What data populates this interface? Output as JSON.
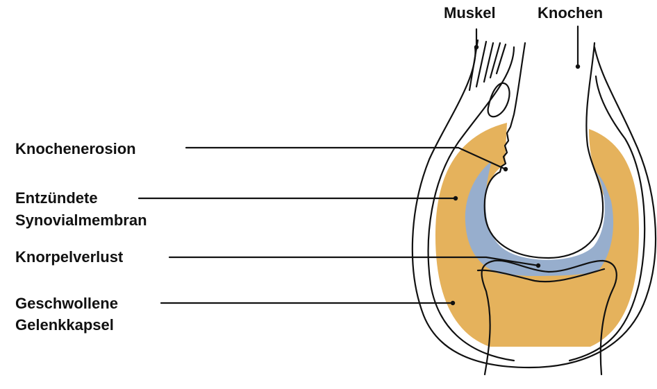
{
  "labels": {
    "muscle": "Muskel",
    "bone": "Knochen",
    "bone_erosion": "Knochenerosion",
    "synovial_line1": "Entzündete",
    "synovial_line2": "Synovialmembran",
    "cartilage_loss": "Knorpelverlust",
    "capsule_line1": "Geschwollene",
    "capsule_line2": "Gelenkkapsel"
  },
  "colors": {
    "swollen_capsule": "#E5B25C",
    "synovial_membrane": "#97AECD",
    "outline": "#111111",
    "background": "#FFFFFF"
  }
}
